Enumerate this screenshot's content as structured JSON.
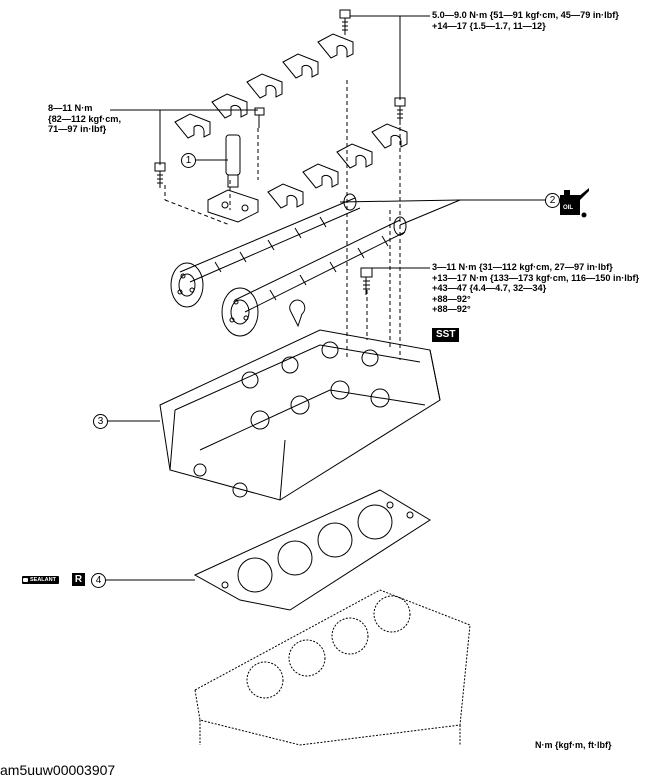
{
  "torque_top_right": {
    "line1": "5.0—9.0 N·m {51—91 kgf·cm, 45—79 in·lbf}",
    "line2": "+14—17 {1.5—1.7, 11—12}"
  },
  "torque_left": {
    "line1": "8—11 N·m",
    "line2": "{82—112 kgf·cm,",
    "line3": "71—97 in·lbf}"
  },
  "torque_mid_right": {
    "line1": "3—11 N·m {31—112 kgf·cm, 27—97 in·lbf}",
    "line2": "+13—17 N·m {133—173 kgf·cm, 116—150 in·lbf}",
    "line3": "+43—47 {4.4—4.7, 32—34}",
    "line4": "+88—92°",
    "line5": "+88—92°"
  },
  "sst_label": "SST",
  "oil_label": "OIL",
  "sealant_label": "SEALANT",
  "r_label": "R",
  "callouts": [
    "1",
    "2",
    "3",
    "4"
  ],
  "units_label": "N·m {kgf·m, ft·lbf}",
  "figure_id": "am5uuw00003907"
}
